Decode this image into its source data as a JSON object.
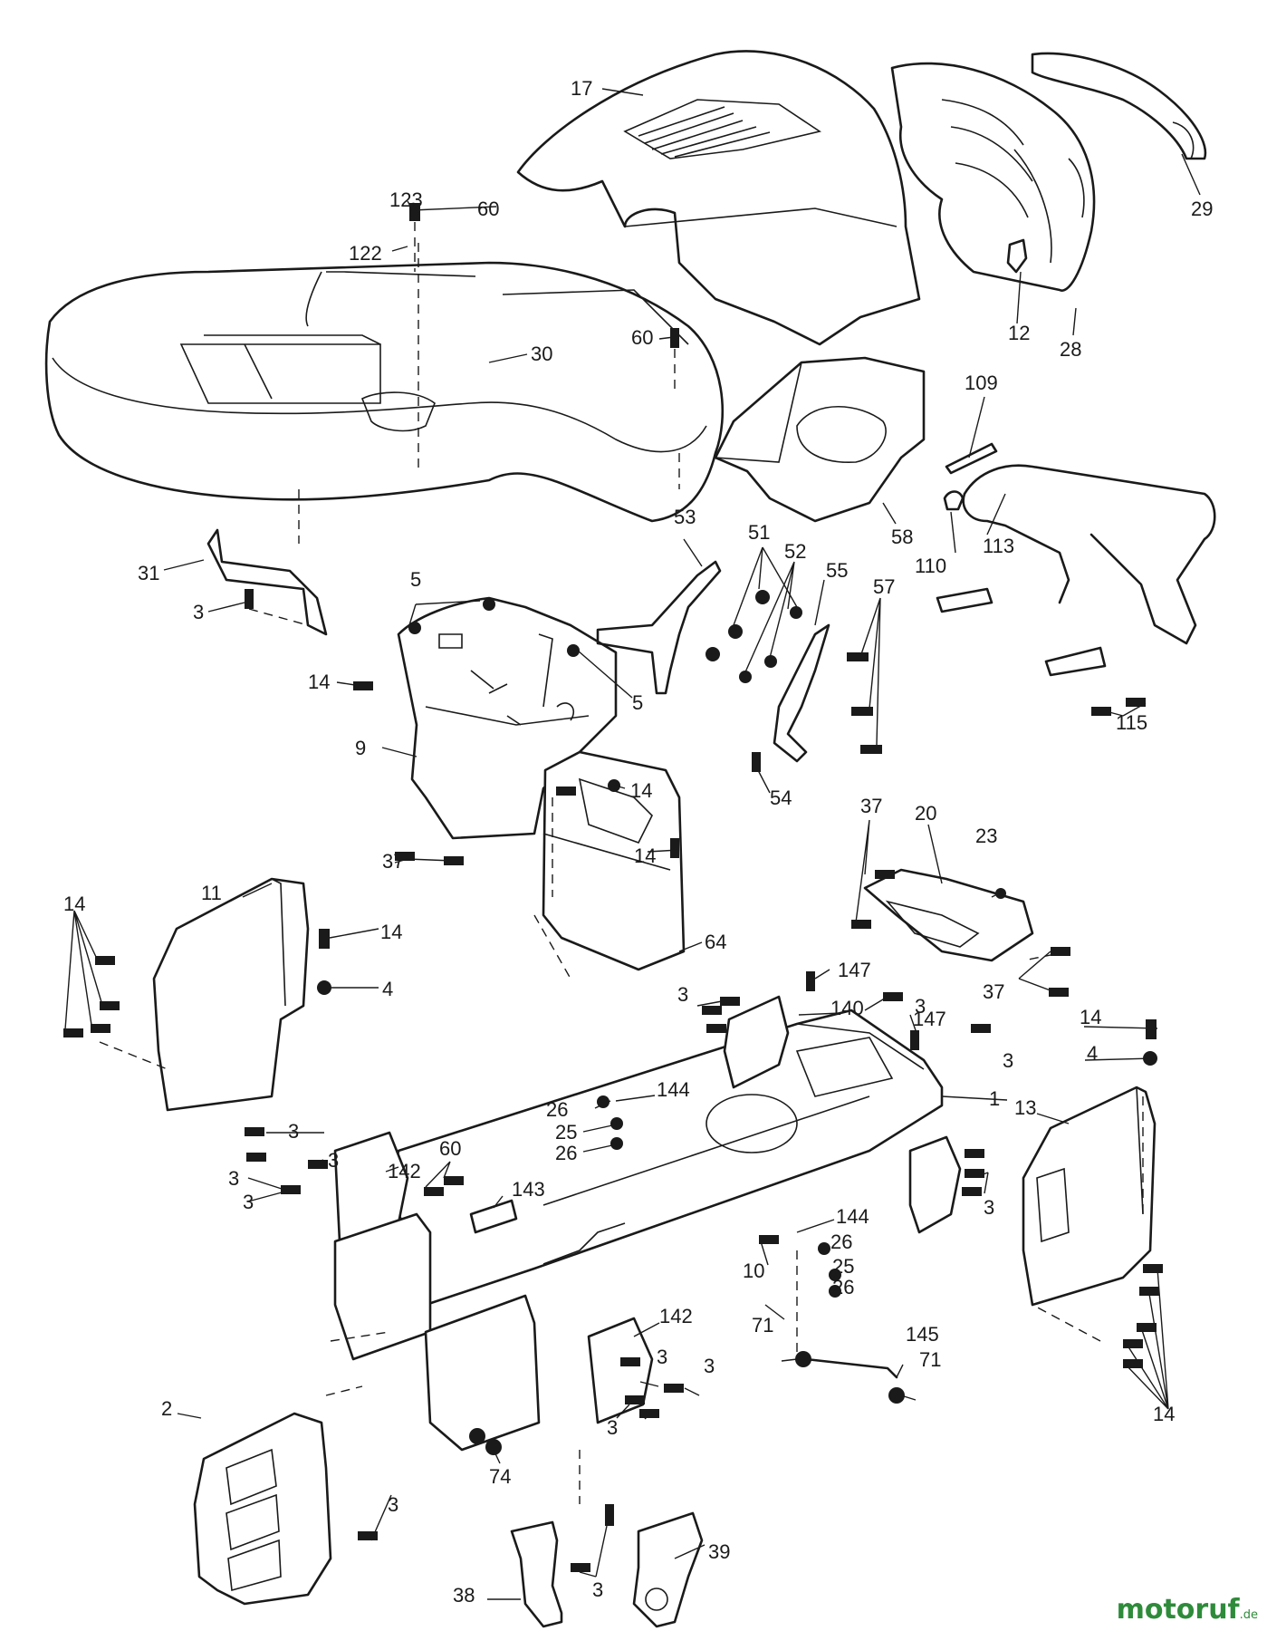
{
  "diagram": {
    "callouts": [
      {
        "id": "c17",
        "text": "17"
      },
      {
        "id": "c29",
        "text": "29"
      },
      {
        "id": "c123",
        "text": "123"
      },
      {
        "id": "c60a",
        "text": "60"
      },
      {
        "id": "c122",
        "text": "122"
      },
      {
        "id": "c60b",
        "text": "60"
      },
      {
        "id": "c30",
        "text": "30"
      },
      {
        "id": "c12",
        "text": "12"
      },
      {
        "id": "c28",
        "text": "28"
      },
      {
        "id": "c109",
        "text": "109"
      },
      {
        "id": "c58",
        "text": "58"
      },
      {
        "id": "c110",
        "text": "110"
      },
      {
        "id": "c113",
        "text": "113"
      },
      {
        "id": "c31",
        "text": "31"
      },
      {
        "id": "c3a",
        "text": "3"
      },
      {
        "id": "c53",
        "text": "53"
      },
      {
        "id": "c51",
        "text": "51"
      },
      {
        "id": "c52",
        "text": "52"
      },
      {
        "id": "c55",
        "text": "55"
      },
      {
        "id": "c57",
        "text": "57"
      },
      {
        "id": "c5a",
        "text": "5"
      },
      {
        "id": "c5b",
        "text": "5"
      },
      {
        "id": "c14a",
        "text": "14"
      },
      {
        "id": "c9",
        "text": "9"
      },
      {
        "id": "c115",
        "text": "115"
      },
      {
        "id": "c54",
        "text": "54"
      },
      {
        "id": "c14b",
        "text": "14"
      },
      {
        "id": "c14c",
        "text": "14"
      },
      {
        "id": "c37a",
        "text": "37"
      },
      {
        "id": "c37b",
        "text": "37"
      },
      {
        "id": "c20",
        "text": "20"
      },
      {
        "id": "c23",
        "text": "23"
      },
      {
        "id": "c11",
        "text": "11"
      },
      {
        "id": "c14d",
        "text": "14"
      },
      {
        "id": "c14e",
        "text": "14"
      },
      {
        "id": "c4a",
        "text": "4"
      },
      {
        "id": "c64",
        "text": "64"
      },
      {
        "id": "c37c",
        "text": "37"
      },
      {
        "id": "c147a",
        "text": "147"
      },
      {
        "id": "c3b",
        "text": "3"
      },
      {
        "id": "c140",
        "text": "140"
      },
      {
        "id": "c3c",
        "text": "3"
      },
      {
        "id": "c14f",
        "text": "14"
      },
      {
        "id": "c147b",
        "text": "147"
      },
      {
        "id": "c4b",
        "text": "4"
      },
      {
        "id": "c3d",
        "text": "3"
      },
      {
        "id": "c1",
        "text": "1"
      },
      {
        "id": "c13",
        "text": "13"
      },
      {
        "id": "c144a",
        "text": "144"
      },
      {
        "id": "c26a",
        "text": "26"
      },
      {
        "id": "c25a",
        "text": "25"
      },
      {
        "id": "c26b",
        "text": "26"
      },
      {
        "id": "c3e",
        "text": "3"
      },
      {
        "id": "c60c",
        "text": "60"
      },
      {
        "id": "c3f",
        "text": "3"
      },
      {
        "id": "c142a",
        "text": "142"
      },
      {
        "id": "c143",
        "text": "143"
      },
      {
        "id": "c3g",
        "text": "3"
      },
      {
        "id": "c3h",
        "text": "3"
      },
      {
        "id": "c3i",
        "text": "3"
      },
      {
        "id": "c144b",
        "text": "144"
      },
      {
        "id": "c26c",
        "text": "26"
      },
      {
        "id": "c10",
        "text": "10"
      },
      {
        "id": "c25b",
        "text": "25"
      },
      {
        "id": "c26d",
        "text": "26"
      },
      {
        "id": "c142b",
        "text": "142"
      },
      {
        "id": "c71a",
        "text": "71"
      },
      {
        "id": "c145",
        "text": "145"
      },
      {
        "id": "c71b",
        "text": "71"
      },
      {
        "id": "c3j",
        "text": "3"
      },
      {
        "id": "c3k",
        "text": "3"
      },
      {
        "id": "c2",
        "text": "2"
      },
      {
        "id": "c3l",
        "text": "3"
      },
      {
        "id": "c74",
        "text": "74"
      },
      {
        "id": "c3m",
        "text": "3"
      },
      {
        "id": "c14g",
        "text": "14"
      },
      {
        "id": "c38",
        "text": "38"
      },
      {
        "id": "c39",
        "text": "39"
      },
      {
        "id": "c3n",
        "text": "3"
      }
    ]
  },
  "watermark": {
    "brand": "motoruf",
    "tld": ".de",
    "color": "#2e8b3a"
  }
}
